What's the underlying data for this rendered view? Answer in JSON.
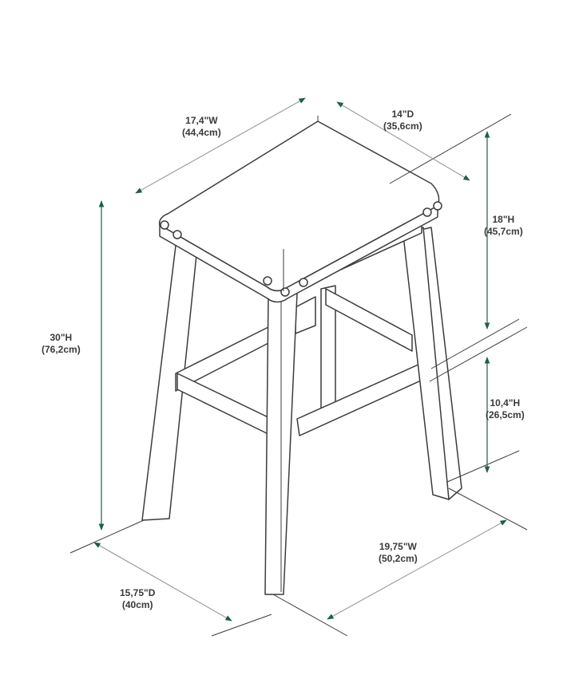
{
  "colors": {
    "outline": "#3c3c3c",
    "dimension_arrow": "#1f5e4b",
    "dimension_line": "#9aa3a0",
    "label_text": "#3a3a3a",
    "background": "#ffffff"
  },
  "dimensions": {
    "seat_width": {
      "imperial": "17,4\"W",
      "metric": "(44,4cm)"
    },
    "seat_depth": {
      "imperial": "14\"D",
      "metric": "(35,6cm)"
    },
    "leg_height": {
      "imperial": "18\"H",
      "metric": "(45,7cm)"
    },
    "total_height": {
      "imperial": "30\"H",
      "metric": "(76,2cm)"
    },
    "footrest_height": {
      "imperial": "10,4\"H",
      "metric": "(26,5cm)"
    },
    "base_width": {
      "imperial": "19,75\"W",
      "metric": "(50,2cm)"
    },
    "base_depth": {
      "imperial": "15,75\"D",
      "metric": "(40cm)"
    }
  }
}
